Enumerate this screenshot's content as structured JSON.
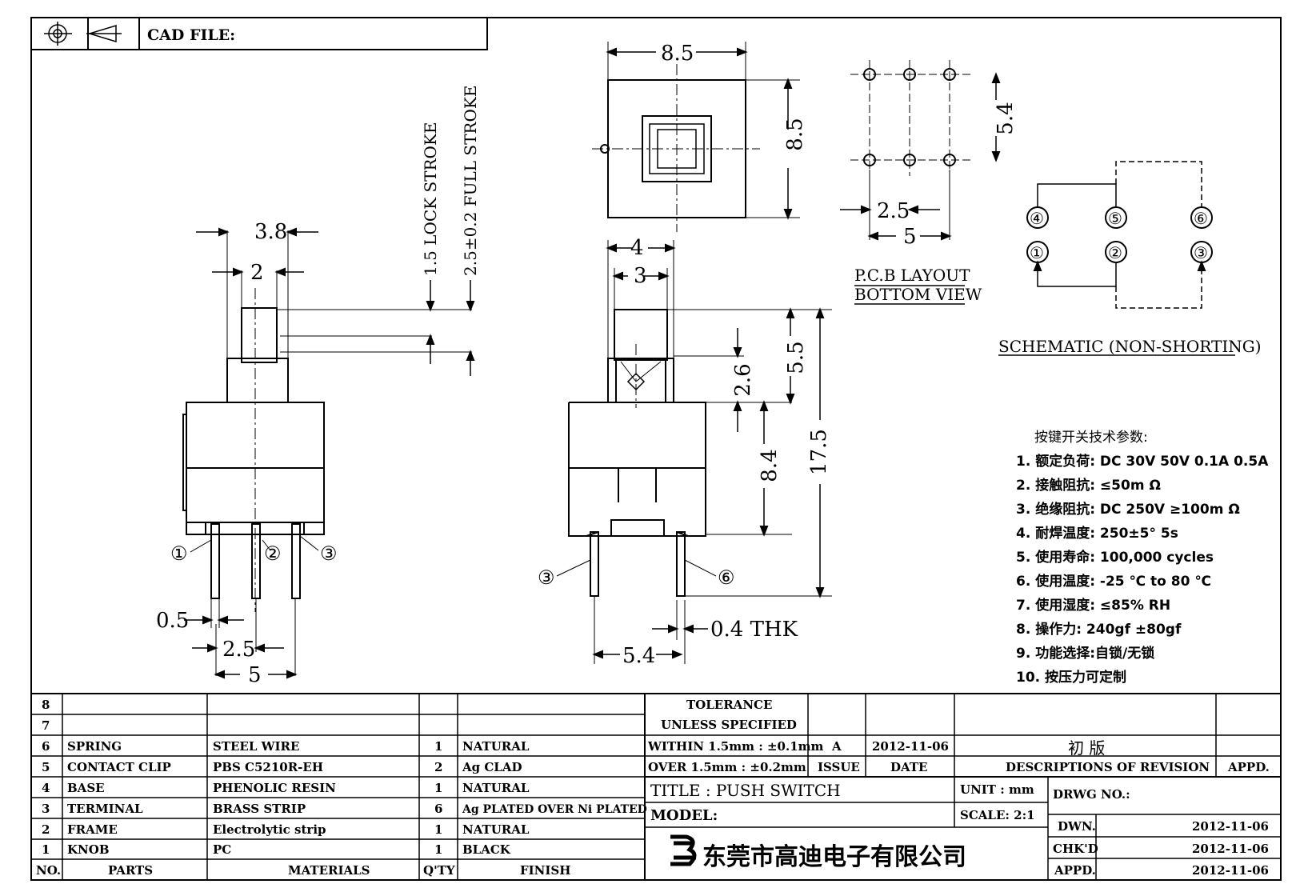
{
  "header": {
    "cad_file_label": "CAD FILE:"
  },
  "side_view": {
    "dim_top": "3.8",
    "dim_plunger": "2",
    "lock_stroke": "1.5 LOCK STROKE",
    "full_stroke": "2.5±0.2 FULL STROKE",
    "pin_width": "0.5",
    "pin_pitch": "2.5",
    "pin_span": "5",
    "pins": [
      "①",
      "②",
      "③"
    ]
  },
  "top_view": {
    "width": "8.5",
    "height": "8.5"
  },
  "front_view": {
    "dim_4": "4",
    "dim_3": "3",
    "dim_55": "5.5",
    "dim_26": "2.6",
    "dim_84": "8.4",
    "dim_175": "17.5",
    "thk": "0.4 THK",
    "dim_54": "5.4",
    "pins": [
      "③",
      "⑥"
    ]
  },
  "pcb": {
    "dim_54": "5.4",
    "dim_25": "2.5",
    "dim_5": "5",
    "label1": "P.C.B LAYOUT",
    "label2": "BOTTOM VIEW"
  },
  "schematic": {
    "title": "SCHEMATIC (NON-SHORTING)",
    "top": [
      "④",
      "⑤",
      "⑥"
    ],
    "bottom": [
      "①",
      "②",
      "③"
    ]
  },
  "specs": {
    "title": "按键开关技术参数:",
    "items": [
      "1.  额定负荷: DC 30V 50V    0.1A  0.5A",
      "2.  接触阻抗:  ≤50m Ω",
      "3.  绝缘阻抗: DC 250V  ≥100m Ω",
      "4.  耐焊温度: 250±5°    5s",
      "5.  使用寿命: 100,000 cycles",
      "6.  使用温度: -25  ℃  to 80  ℃",
      "7.  使用湿度:  ≤85% RH",
      "8.  操作力: 240gf  ±80gf",
      "9.  功能选择:自锁/无锁",
      "10.  按压力可定制"
    ]
  },
  "bom": {
    "headers": [
      "NO.",
      "PARTS",
      "MATERIALS",
      "Q'TY",
      "FINISH"
    ],
    "rows": [
      [
        "8",
        "",
        "",
        "",
        ""
      ],
      [
        "7",
        "",
        "",
        "",
        ""
      ],
      [
        "6",
        "SPRING",
        "STEEL WIRE",
        "1",
        "NATURAL"
      ],
      [
        "5",
        "CONTACT CLIP",
        "PBS C5210R-EH",
        "2",
        "Ag CLAD"
      ],
      [
        "4",
        "BASE",
        "PHENOLIC RESIN",
        "1",
        "NATURAL"
      ],
      [
        "3",
        "TERMINAL",
        "BRASS STRIP",
        "6",
        "Ag PLATED OVER Ni PLATED"
      ],
      [
        "2",
        "FRAME",
        "Electrolytic strip",
        "1",
        "NATURAL"
      ],
      [
        "1",
        "KNOB",
        "PC",
        "1",
        "BLACK"
      ]
    ]
  },
  "title_block": {
    "tol1": "TOLERANCE",
    "tol2": "UNLESS  SPECIFIED",
    "tol3": "WITHIN 1.5mm : ±0.1mm",
    "tol4": "OVER 1.5mm : ±0.2mm",
    "issue_val": "A",
    "date_val": "2012-11-06",
    "rev_desc": "初 版",
    "issue": "ISSUE",
    "date": "DATE",
    "desc": "DESCRIPTIONS OF REVISION",
    "appd": "APPD.",
    "title": "TITLE :   PUSH SWITCH",
    "unit": "UNIT :   mm",
    "drwg": "DRWG NO.:",
    "model": "MODEL:",
    "scale": "SCALE:   2:1",
    "company": "东莞市高迪电子有限公司",
    "dwn": "DWN.",
    "chkd": "CHK'D",
    "appd2": "APPD.",
    "dwn_date": "2012-11-06",
    "chkd_date": "2012-11-06",
    "appd_date": "2012-11-06"
  }
}
